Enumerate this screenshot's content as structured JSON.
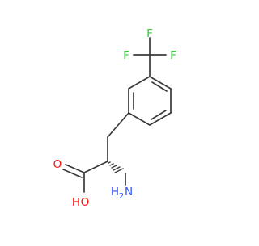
{
  "molecule": {
    "atoms": {
      "f_top": "F",
      "f_left": "F",
      "f_right": "F",
      "o_carbonyl": "O",
      "oh_h": "H",
      "oh_o": "O",
      "amine_h": "H",
      "amine_n": "N",
      "amine_h2": "2"
    },
    "colors": {
      "bond": "#3a3a3a",
      "fluorine": "#33cc33",
      "oxygen": "#ff0d0d",
      "nitrogen": "#3050f8"
    }
  }
}
